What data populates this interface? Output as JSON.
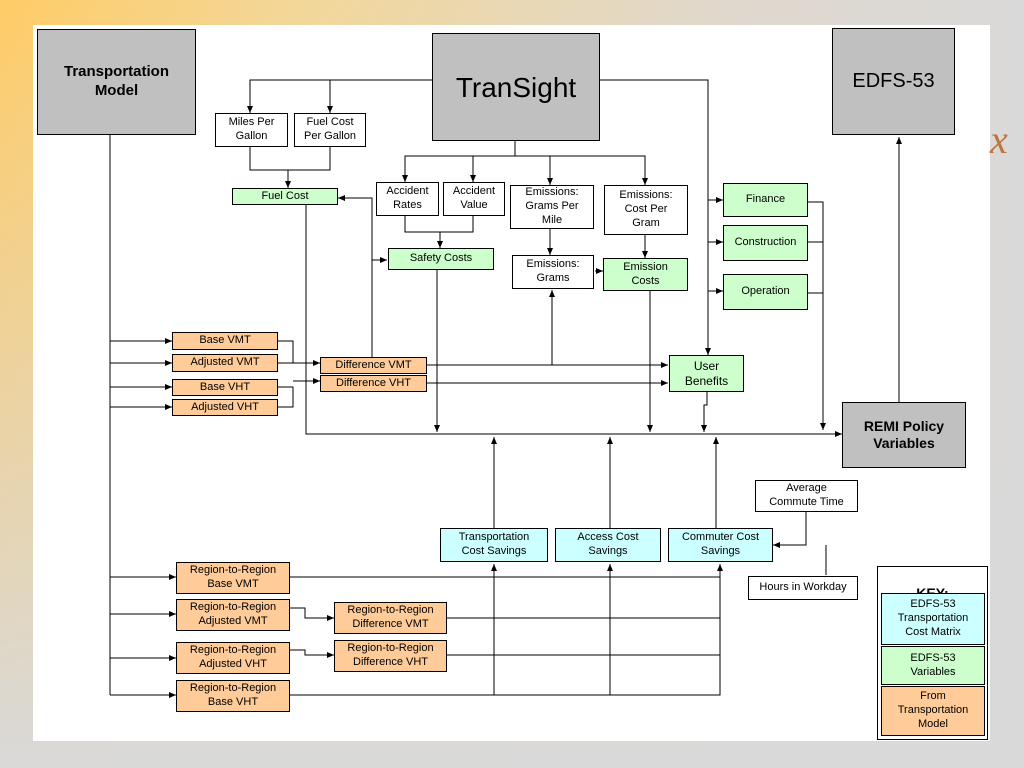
{
  "diagram": {
    "transportation_model": "Transportation\nModel",
    "transight": "TranSight",
    "edfs53": "EDFS-53",
    "side_glyph": "x",
    "miles_per_gallon": "Miles Per\nGallon",
    "fuel_cost_per_gallon": "Fuel Cost\nPer Gallon",
    "fuel_cost": "Fuel Cost",
    "accident_rates": "Accident\nRates",
    "accident_value": "Accident\nValue",
    "emissions_grams_per_mile": "Emissions:\nGrams Per\nMile",
    "emissions_cost_per_gram": "Emissions:\nCost Per\nGram",
    "safety_costs": "Safety Costs",
    "emissions_grams": "Emissions:\nGrams",
    "emission_costs": "Emission\nCosts",
    "finance": "Finance",
    "construction": "Construction",
    "operation": "Operation",
    "base_vmt": "Base VMT",
    "adjusted_vmt": "Adjusted VMT",
    "base_vht": "Base VHT",
    "adjusted_vht": "Adjusted VHT",
    "difference_vmt": "Difference VMT",
    "difference_vht": "Difference VHT",
    "user_benefits": "User\nBenefits",
    "remi_policy_variables": "REMI Policy\nVariables",
    "average_commute_time": "Average\nCommute Time",
    "transportation_cost_savings": "Transportation\nCost Savings",
    "access_cost_savings": "Access Cost\nSavings",
    "commuter_cost_savings": "Commuter Cost\nSavings",
    "hours_in_workday": "Hours in Workday",
    "r2r_base_vmt": "Region-to-Region\nBase VMT",
    "r2r_adjusted_vmt": "Region-to-Region\nAdjusted VMT",
    "r2r_adjusted_vht": "Region-to-Region\nAdjusted VHT",
    "r2r_base_vht": "Region-to-Region\nBase VHT",
    "r2r_difference_vmt": "Region-to-Region\nDifference VMT",
    "r2r_difference_vht": "Region-to-Region\nDifference VHT"
  },
  "key": {
    "title": "KEY:",
    "cyan_label": "EDFS-53\nTransportation\nCost Matrix",
    "green_label": "EDFS-53\nVariables",
    "orange_label": "From\nTransportation\nModel"
  },
  "colors": {
    "gray": "#c0c0c0",
    "green": "#ccffcc",
    "orange": "#ffcc99",
    "cyan": "#ccffff"
  }
}
